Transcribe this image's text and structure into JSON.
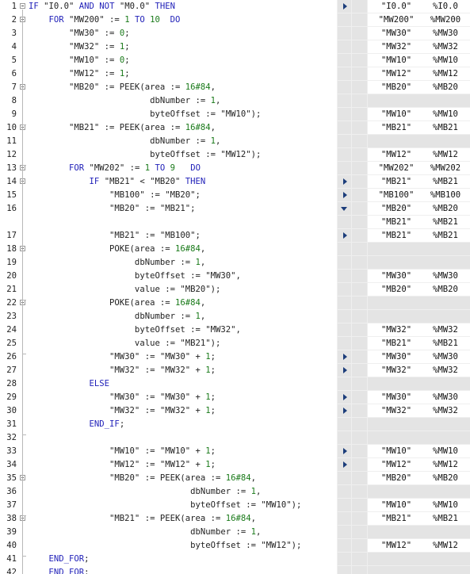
{
  "code_lines": [
    {
      "n": "1",
      "tokens": [
        {
          "t": "IF",
          "k": "kw"
        },
        {
          "t": " \"I0.0\" "
        },
        {
          "t": "AND NOT",
          "k": "kw"
        },
        {
          "t": " \"M0.0\" "
        },
        {
          "t": "THEN",
          "k": "kw"
        }
      ]
    },
    {
      "n": "2",
      "tokens": [
        {
          "t": "    "
        },
        {
          "t": "FOR",
          "k": "kw"
        },
        {
          "t": " \"MW200\" := "
        },
        {
          "t": "1",
          "k": "num"
        },
        {
          "t": " "
        },
        {
          "t": "TO",
          "k": "kw"
        },
        {
          "t": " "
        },
        {
          "t": "10",
          "k": "num"
        },
        {
          "t": "  "
        },
        {
          "t": "DO",
          "k": "kw"
        }
      ]
    },
    {
      "n": "3",
      "tokens": [
        {
          "t": "        \"MW30\" := "
        },
        {
          "t": "0",
          "k": "num"
        },
        {
          "t": ";"
        }
      ]
    },
    {
      "n": "4",
      "tokens": [
        {
          "t": "        \"MW32\" := "
        },
        {
          "t": "1",
          "k": "num"
        },
        {
          "t": ";"
        }
      ]
    },
    {
      "n": "5",
      "tokens": [
        {
          "t": "        \"MW10\" := "
        },
        {
          "t": "0",
          "k": "num"
        },
        {
          "t": ";"
        }
      ]
    },
    {
      "n": "6",
      "tokens": [
        {
          "t": "        \"MW12\" := "
        },
        {
          "t": "1",
          "k": "num"
        },
        {
          "t": ";"
        }
      ]
    },
    {
      "n": "7",
      "tokens": [
        {
          "t": "        \"MB20\" := PEEK(area := "
        },
        {
          "t": "16#84",
          "k": "num"
        },
        {
          "t": ","
        }
      ]
    },
    {
      "n": "8",
      "tokens": [
        {
          "t": "                        dbNumber := "
        },
        {
          "t": "1",
          "k": "num"
        },
        {
          "t": ","
        }
      ]
    },
    {
      "n": "9",
      "tokens": [
        {
          "t": "                        byteOffset := \"MW10\");"
        }
      ]
    },
    {
      "n": "10",
      "tokens": [
        {
          "t": "        \"MB21\" := PEEK(area := "
        },
        {
          "t": "16#84",
          "k": "num"
        },
        {
          "t": ","
        }
      ]
    },
    {
      "n": "11",
      "tokens": [
        {
          "t": "                        dbNumber := "
        },
        {
          "t": "1",
          "k": "num"
        },
        {
          "t": ","
        }
      ]
    },
    {
      "n": "12",
      "tokens": [
        {
          "t": "                        byteOffset := \"MW12\");"
        }
      ]
    },
    {
      "n": "13",
      "tokens": [
        {
          "t": "        "
        },
        {
          "t": "FOR",
          "k": "kw"
        },
        {
          "t": " \"MW202\" := "
        },
        {
          "t": "1",
          "k": "num"
        },
        {
          "t": " "
        },
        {
          "t": "TO",
          "k": "kw"
        },
        {
          "t": " "
        },
        {
          "t": "9",
          "k": "num"
        },
        {
          "t": "   "
        },
        {
          "t": "DO",
          "k": "kw"
        }
      ]
    },
    {
      "n": "14",
      "tokens": [
        {
          "t": "            "
        },
        {
          "t": "IF",
          "k": "kw"
        },
        {
          "t": " \"MB21\" < \"MB20\" "
        },
        {
          "t": "THEN",
          "k": "kw"
        }
      ]
    },
    {
      "n": "15",
      "tokens": [
        {
          "t": "                \"MB100\" := \"MB20\";"
        }
      ]
    },
    {
      "n": "16",
      "tokens": [
        {
          "t": "                \"MB20\" := \"MB21\";"
        }
      ]
    },
    {
      "n": "",
      "tokens": []
    },
    {
      "n": "17",
      "tokens": [
        {
          "t": "                \"MB21\" := \"MB100\";"
        }
      ]
    },
    {
      "n": "18",
      "tokens": [
        {
          "t": "                POKE(area := "
        },
        {
          "t": "16#84",
          "k": "num"
        },
        {
          "t": ","
        }
      ]
    },
    {
      "n": "19",
      "tokens": [
        {
          "t": "                     dbNumber := "
        },
        {
          "t": "1",
          "k": "num"
        },
        {
          "t": ","
        }
      ]
    },
    {
      "n": "20",
      "tokens": [
        {
          "t": "                     byteOffset := \"MW30\","
        }
      ]
    },
    {
      "n": "21",
      "tokens": [
        {
          "t": "                     value := \"MB20\");"
        }
      ]
    },
    {
      "n": "22",
      "tokens": [
        {
          "t": "                POKE(area := "
        },
        {
          "t": "16#84",
          "k": "num"
        },
        {
          "t": ","
        }
      ]
    },
    {
      "n": "23",
      "tokens": [
        {
          "t": "                     dbNumber := "
        },
        {
          "t": "1",
          "k": "num"
        },
        {
          "t": ","
        }
      ]
    },
    {
      "n": "24",
      "tokens": [
        {
          "t": "                     byteOffset := \"MW32\","
        }
      ]
    },
    {
      "n": "25",
      "tokens": [
        {
          "t": "                     value := \"MB21\");"
        }
      ]
    },
    {
      "n": "26",
      "tokens": [
        {
          "t": "                \"MW30\" := \"MW30\" + "
        },
        {
          "t": "1",
          "k": "num"
        },
        {
          "t": ";"
        }
      ]
    },
    {
      "n": "27",
      "tokens": [
        {
          "t": "                \"MW32\" := \"MW32\" + "
        },
        {
          "t": "1",
          "k": "num"
        },
        {
          "t": ";"
        }
      ]
    },
    {
      "n": "28",
      "tokens": [
        {
          "t": "            "
        },
        {
          "t": "ELSE",
          "k": "kw"
        }
      ]
    },
    {
      "n": "29",
      "tokens": [
        {
          "t": "                \"MW30\" := \"MW30\" + "
        },
        {
          "t": "1",
          "k": "num"
        },
        {
          "t": ";"
        }
      ]
    },
    {
      "n": "30",
      "tokens": [
        {
          "t": "                \"MW32\" := \"MW32\" + "
        },
        {
          "t": "1",
          "k": "num"
        },
        {
          "t": ";"
        }
      ]
    },
    {
      "n": "31",
      "tokens": [
        {
          "t": "            "
        },
        {
          "t": "END_IF",
          "k": "kw"
        },
        {
          "t": ";"
        }
      ]
    },
    {
      "n": "32",
      "tokens": []
    },
    {
      "n": "33",
      "tokens": [
        {
          "t": "                \"MW10\" := \"MW10\" + "
        },
        {
          "t": "1",
          "k": "num"
        },
        {
          "t": ";"
        }
      ]
    },
    {
      "n": "34",
      "tokens": [
        {
          "t": "                \"MW12\" := \"MW12\" + "
        },
        {
          "t": "1",
          "k": "num"
        },
        {
          "t": ";"
        }
      ]
    },
    {
      "n": "35",
      "tokens": [
        {
          "t": "                \"MB20\" := PEEK(area := "
        },
        {
          "t": "16#84",
          "k": "num"
        },
        {
          "t": ","
        }
      ]
    },
    {
      "n": "36",
      "tokens": [
        {
          "t": "                                dbNumber := "
        },
        {
          "t": "1",
          "k": "num"
        },
        {
          "t": ","
        }
      ]
    },
    {
      "n": "37",
      "tokens": [
        {
          "t": "                                byteOffset := \"MW10\");"
        }
      ]
    },
    {
      "n": "38",
      "tokens": [
        {
          "t": "                \"MB21\" := PEEK(area := "
        },
        {
          "t": "16#84",
          "k": "num"
        },
        {
          "t": ","
        }
      ]
    },
    {
      "n": "39",
      "tokens": [
        {
          "t": "                                dbNumber := "
        },
        {
          "t": "1",
          "k": "num"
        },
        {
          "t": ","
        }
      ]
    },
    {
      "n": "40",
      "tokens": [
        {
          "t": "                                byteOffset := \"MW12\");"
        }
      ]
    },
    {
      "n": "41",
      "tokens": [
        {
          "t": "    "
        },
        {
          "t": "END_FOR",
          "k": "kw"
        },
        {
          "t": ";"
        }
      ]
    },
    {
      "n": "42",
      "tokens": [
        {
          "t": "    "
        },
        {
          "t": "END_FOR",
          "k": "kw"
        },
        {
          "t": ";"
        }
      ]
    }
  ],
  "fold_markers": [
    "1",
    "2",
    "7",
    "10",
    "13",
    "14",
    "18",
    "22",
    "35",
    "38"
  ],
  "monitor_rows": [
    {
      "arrow": "right",
      "name": "\"I0.0\"",
      "addr": "%I0.0"
    },
    {
      "arrow": "",
      "name": "\"MW200\"",
      "addr": "%MW200"
    },
    {
      "arrow": "",
      "name": "\"MW30\"",
      "addr": "%MW30"
    },
    {
      "arrow": "",
      "name": "\"MW32\"",
      "addr": "%MW32"
    },
    {
      "arrow": "",
      "name": "\"MW10\"",
      "addr": "%MW10"
    },
    {
      "arrow": "",
      "name": "\"MW12\"",
      "addr": "%MW12"
    },
    {
      "arrow": "",
      "name": "\"MB20\"",
      "addr": "%MB20"
    },
    {
      "arrow": "",
      "name": "",
      "addr": ""
    },
    {
      "arrow": "",
      "name": "\"MW10\"",
      "addr": "%MW10"
    },
    {
      "arrow": "",
      "name": "\"MB21\"",
      "addr": "%MB21"
    },
    {
      "arrow": "",
      "name": "",
      "addr": ""
    },
    {
      "arrow": "",
      "name": "\"MW12\"",
      "addr": "%MW12"
    },
    {
      "arrow": "",
      "name": "\"MW202\"",
      "addr": "%MW202"
    },
    {
      "arrow": "right",
      "name": "\"MB21\"",
      "addr": "%MB21"
    },
    {
      "arrow": "right",
      "name": "\"MB100\"",
      "addr": "%MB100"
    },
    {
      "arrow": "down",
      "name": "\"MB20\"",
      "addr": "%MB20"
    },
    {
      "arrow": "",
      "name": "\"MB21\"",
      "addr": "%MB21"
    },
    {
      "arrow": "right",
      "name": "\"MB21\"",
      "addr": "%MB21"
    },
    {
      "arrow": "",
      "name": "",
      "addr": ""
    },
    {
      "arrow": "",
      "name": "",
      "addr": ""
    },
    {
      "arrow": "",
      "name": "\"MW30\"",
      "addr": "%MW30"
    },
    {
      "arrow": "",
      "name": "\"MB20\"",
      "addr": "%MB20"
    },
    {
      "arrow": "",
      "name": "",
      "addr": ""
    },
    {
      "arrow": "",
      "name": "",
      "addr": ""
    },
    {
      "arrow": "",
      "name": "\"MW32\"",
      "addr": "%MW32"
    },
    {
      "arrow": "",
      "name": "\"MB21\"",
      "addr": "%MB21"
    },
    {
      "arrow": "right",
      "name": "\"MW30\"",
      "addr": "%MW30"
    },
    {
      "arrow": "right",
      "name": "\"MW32\"",
      "addr": "%MW32"
    },
    {
      "arrow": "",
      "name": "",
      "addr": ""
    },
    {
      "arrow": "right",
      "name": "\"MW30\"",
      "addr": "%MW30"
    },
    {
      "arrow": "right",
      "name": "\"MW32\"",
      "addr": "%MW32"
    },
    {
      "arrow": "",
      "name": "",
      "addr": ""
    },
    {
      "arrow": "",
      "name": "",
      "addr": ""
    },
    {
      "arrow": "right",
      "name": "\"MW10\"",
      "addr": "%MW10"
    },
    {
      "arrow": "right",
      "name": "\"MW12\"",
      "addr": "%MW12"
    },
    {
      "arrow": "",
      "name": "\"MB20\"",
      "addr": "%MB20"
    },
    {
      "arrow": "",
      "name": "",
      "addr": ""
    },
    {
      "arrow": "",
      "name": "\"MW10\"",
      "addr": "%MW10"
    },
    {
      "arrow": "",
      "name": "\"MB21\"",
      "addr": "%MB21"
    },
    {
      "arrow": "",
      "name": "",
      "addr": ""
    },
    {
      "arrow": "",
      "name": "\"MW12\"",
      "addr": "%MW12"
    },
    {
      "arrow": "",
      "name": "",
      "addr": ""
    },
    {
      "arrow": "",
      "name": "",
      "addr": ""
    }
  ],
  "colors": {
    "keyword": "#1f1fb8",
    "number": "#1a7a1a",
    "arrow": "#1c3d7a",
    "monitor_bg": "#efefef"
  }
}
